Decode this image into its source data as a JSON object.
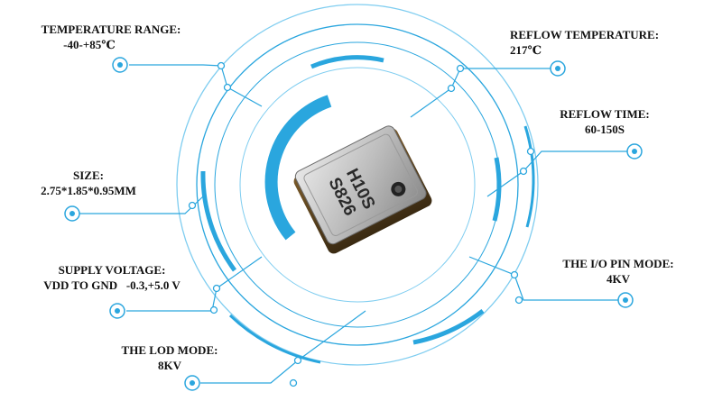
{
  "theme": {
    "accent": "#2aa6de",
    "accent_light": "#7fcdf0",
    "text": "#111111"
  },
  "chip": {
    "marking_line1": "H10S",
    "marking_line2": "S826"
  },
  "specs": {
    "temperature_range": {
      "label": "TEMPERATURE RANGE:",
      "value": "-40-+85℃"
    },
    "size": {
      "label": "SIZE:",
      "value": "2.75*1.85*0.95MM"
    },
    "supply_voltage": {
      "label": "SUPPLY VOLTAGE:",
      "value": "VDD TO GND   -0.3,+5.0 V"
    },
    "lod_mode": {
      "label": "THE LOD MODE:",
      "value": "8KV"
    },
    "reflow_temperature": {
      "label": "REFLOW TEMPERATURE:",
      "value": "217℃"
    },
    "reflow_time": {
      "label": "REFLOW TIME:",
      "value": "60-150S"
    },
    "io_pin_mode": {
      "label": "THE I/O PIN MODE:",
      "value": "4KV"
    }
  }
}
